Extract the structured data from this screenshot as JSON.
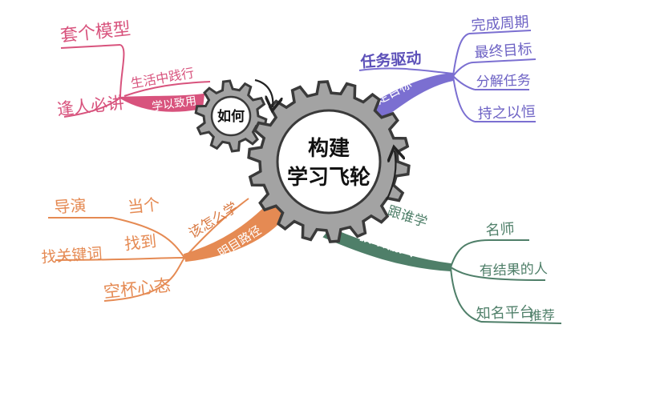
{
  "center": {
    "line1": "构建",
    "line2": "学习飞轮"
  },
  "small_gear": {
    "label": "如何"
  },
  "colors": {
    "pink": "#d8537d",
    "purple": "#7b6fd1",
    "orange": "#e58a53",
    "green": "#4f7f69",
    "gear_dark": "#3a3a3a",
    "gear_fill": "#a3a3a3"
  },
  "branches": {
    "pink": {
      "label": "学以致用",
      "sublabel": "生活中践行",
      "leaves": [
        "套个模型",
        "逢人必讲"
      ]
    },
    "purple": {
      "label": "确定目标",
      "sublabel": "任务驱动",
      "leaves": [
        "完成周期",
        "最终目标",
        "分解任务",
        "持之以恒"
      ]
    },
    "orange": {
      "label": "明目路径",
      "sublabel": "该怎么学",
      "leaves": [
        "导演",
        "当个",
        "找关键词",
        "找到",
        "空杯心态"
      ]
    },
    "green": {
      "label": "极致输入",
      "sublabel": "跟谁学",
      "leaves": [
        "名师",
        "有结果的人",
        "知名平台",
        "推荐"
      ]
    }
  }
}
